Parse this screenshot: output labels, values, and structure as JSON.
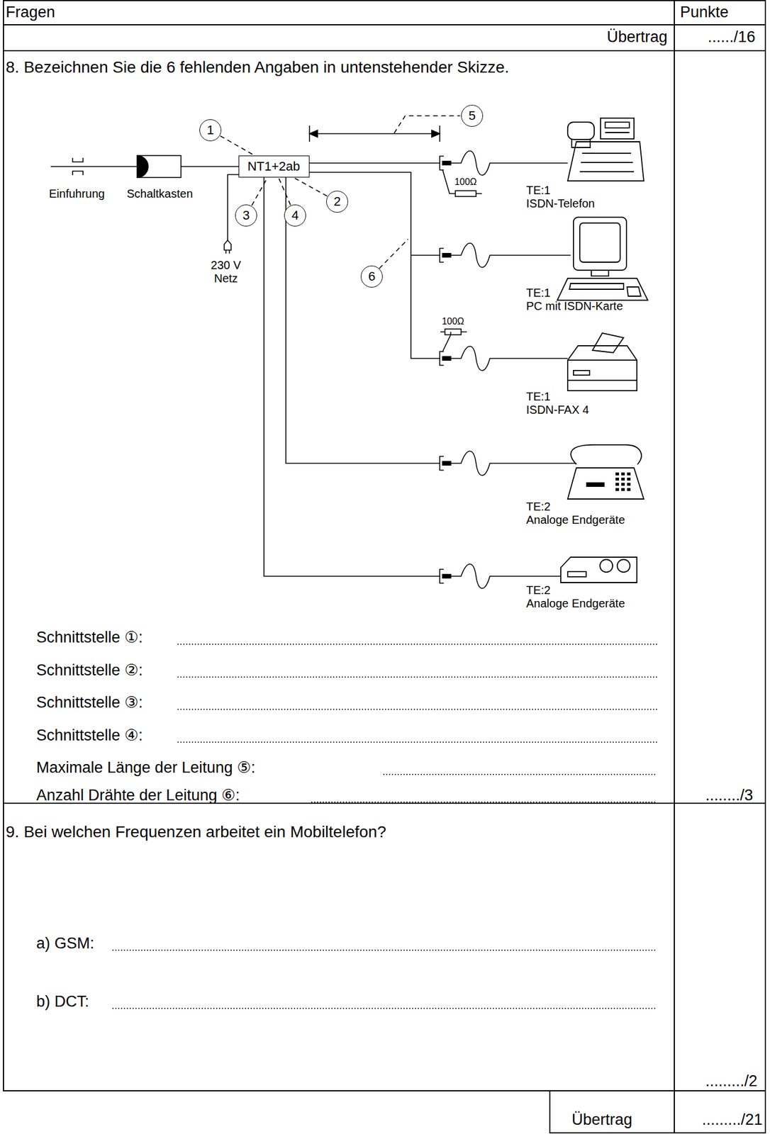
{
  "diagram": {
    "nodes": [
      {
        "text": [
          "NT1+2ab"
        ]
      },
      {
        "text": [
          "1"
        ]
      },
      {
        "text": [
          "2"
        ]
      },
      {
        "text": [
          "3"
        ]
      },
      {
        "text": [
          "4"
        ]
      },
      {
        "text": [
          "5"
        ]
      },
      {
        "text": [
          "6"
        ]
      }
    ],
    "edges": [
      {
        "from": 1,
        "to": 0,
        "arrow": "none"
      },
      {
        "from": 2,
        "to": 0,
        "arrow": "none"
      },
      {
        "from": 3,
        "to": 0,
        "arrow": "none"
      },
      {
        "from": 4,
        "to": 0,
        "arrow": "none"
      }
    ],
    "labels": [
      "Fragen",
      "Punkte",
      "Übertrag",
      "....../16",
      "8. Bezeichnen Sie die 6 fehlenden Angaben in untenstehender Skizze.",
      "Einfuhrung",
      "Schaltkasten",
      "230 V Netz",
      "100Ω",
      "TE:1",
      "ISDN-Telefon",
      "TE:1",
      "PC mit ISDN-Karte",
      "100Ω",
      "TE:1",
      "ISDN-FAX 4",
      "TE:2",
      "Analoge Endgeräte",
      "TE:2",
      "Analoge Endgeräte",
      "Schnittstelle ①:",
      "Schnittstelle ②:",
      "Schnittstelle ③:",
      "Schnittstelle ④:",
      "Maximale Länge der Leitung ⑤:",
      "Anzahl Drähte der Leitung ⑥:",
      "......../3",
      "9. Bei welchen Frequenzen arbeitet ein Mobiltelefon?",
      "a) GSM:",
      "b) DCT:",
      "........./2",
      "Übertrag",
      "........./21"
    ]
  }
}
